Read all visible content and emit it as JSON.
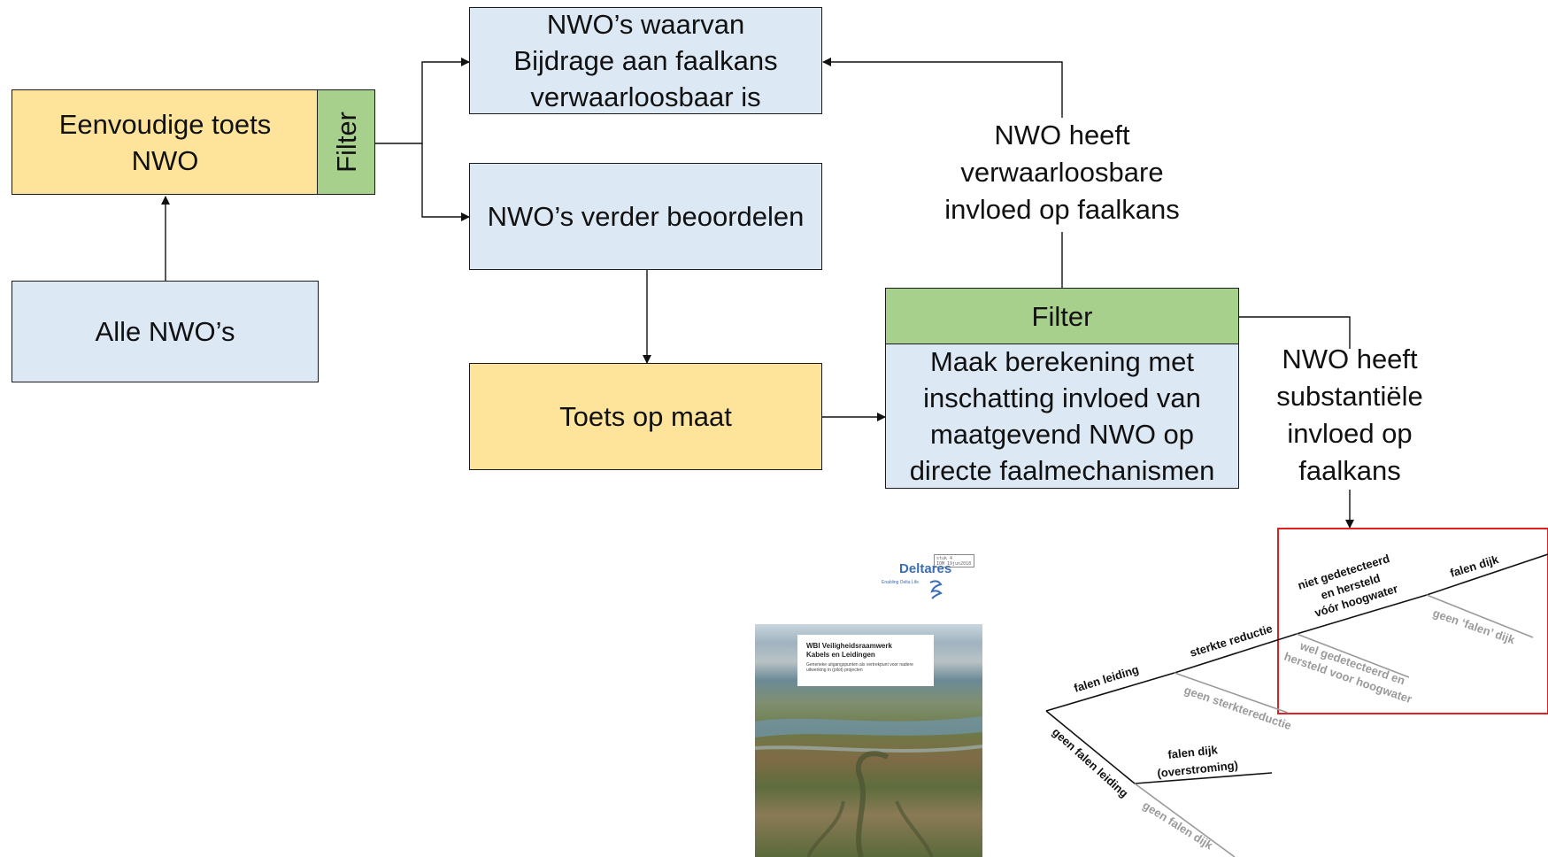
{
  "boxes": {
    "eenvoudige": "Eenvoudige toets NWO",
    "filter_left": "Filter",
    "alle": "Alle NWO’s",
    "verwaarloosbaar_l1": "NWO’s waarvan",
    "verwaarloosbaar_l2": "Bijdrage aan faalkans",
    "verwaarloosbaar_l3": "verwaarloosbaar is",
    "verder": "NWO’s verder beoordelen",
    "toets_op_maat": "Toets op maat",
    "filter_right": "Filter",
    "maak_l1": "Maak berekening met",
    "maak_l2": "inschatting invloed van",
    "maak_l3": "maatgevend NWO op",
    "maak_l4": "directe faalmechanismen"
  },
  "labels": {
    "verwaarloosbare_l1": "NWO heeft",
    "verwaarloosbare_l2": "verwaarloosbare",
    "verwaarloosbare_l3": "invloed op faalkans",
    "substantiele_l1": "NWO heeft",
    "substantiele_l2": "substantiële",
    "substantiele_l3": "invloed op",
    "substantiele_l4": "faalkans"
  },
  "report": {
    "brand": "Deltares",
    "tagline": "Enabling Delta Life",
    "stamp_l1": "stuk 4",
    "stamp_l2": "IOM 19jun2018",
    "title_l1": "WBI Veiligheidsraamwerk",
    "title_l2": "Kabels en Leidingen",
    "subtitle": "Generieke uitgangspunten als vertrekpunt voor nadere uitwerking in (pilot) projecten"
  },
  "tree": {
    "falen_leiding": "falen leiding",
    "geen_falen_leiding": "geen falen leiding",
    "sterkte_reductie": "sterkte reductie",
    "geen_sterktereductie": "geen sterktereductie",
    "niet_l1": "niet gedetecteerd",
    "niet_l2": "en hersteld",
    "niet_l3": "vóór hoogwater",
    "wel_l1": "wel gedetecteerd en",
    "wel_l2": "hersteld voor hoogwater",
    "falen_dijk": "falen dijk",
    "geen_falen_dijk_quote": "geen ‘falen’ dijk",
    "falen_dijk_over_l1": "falen dijk",
    "falen_dijk_over_l2": "(overstroming)",
    "geen_falen_dijk": "geen falen dijk"
  },
  "colors": {
    "blue": "#dde8f5",
    "yellow": "#fde49a",
    "green": "#a8d08d",
    "highlight": "#e02020"
  }
}
